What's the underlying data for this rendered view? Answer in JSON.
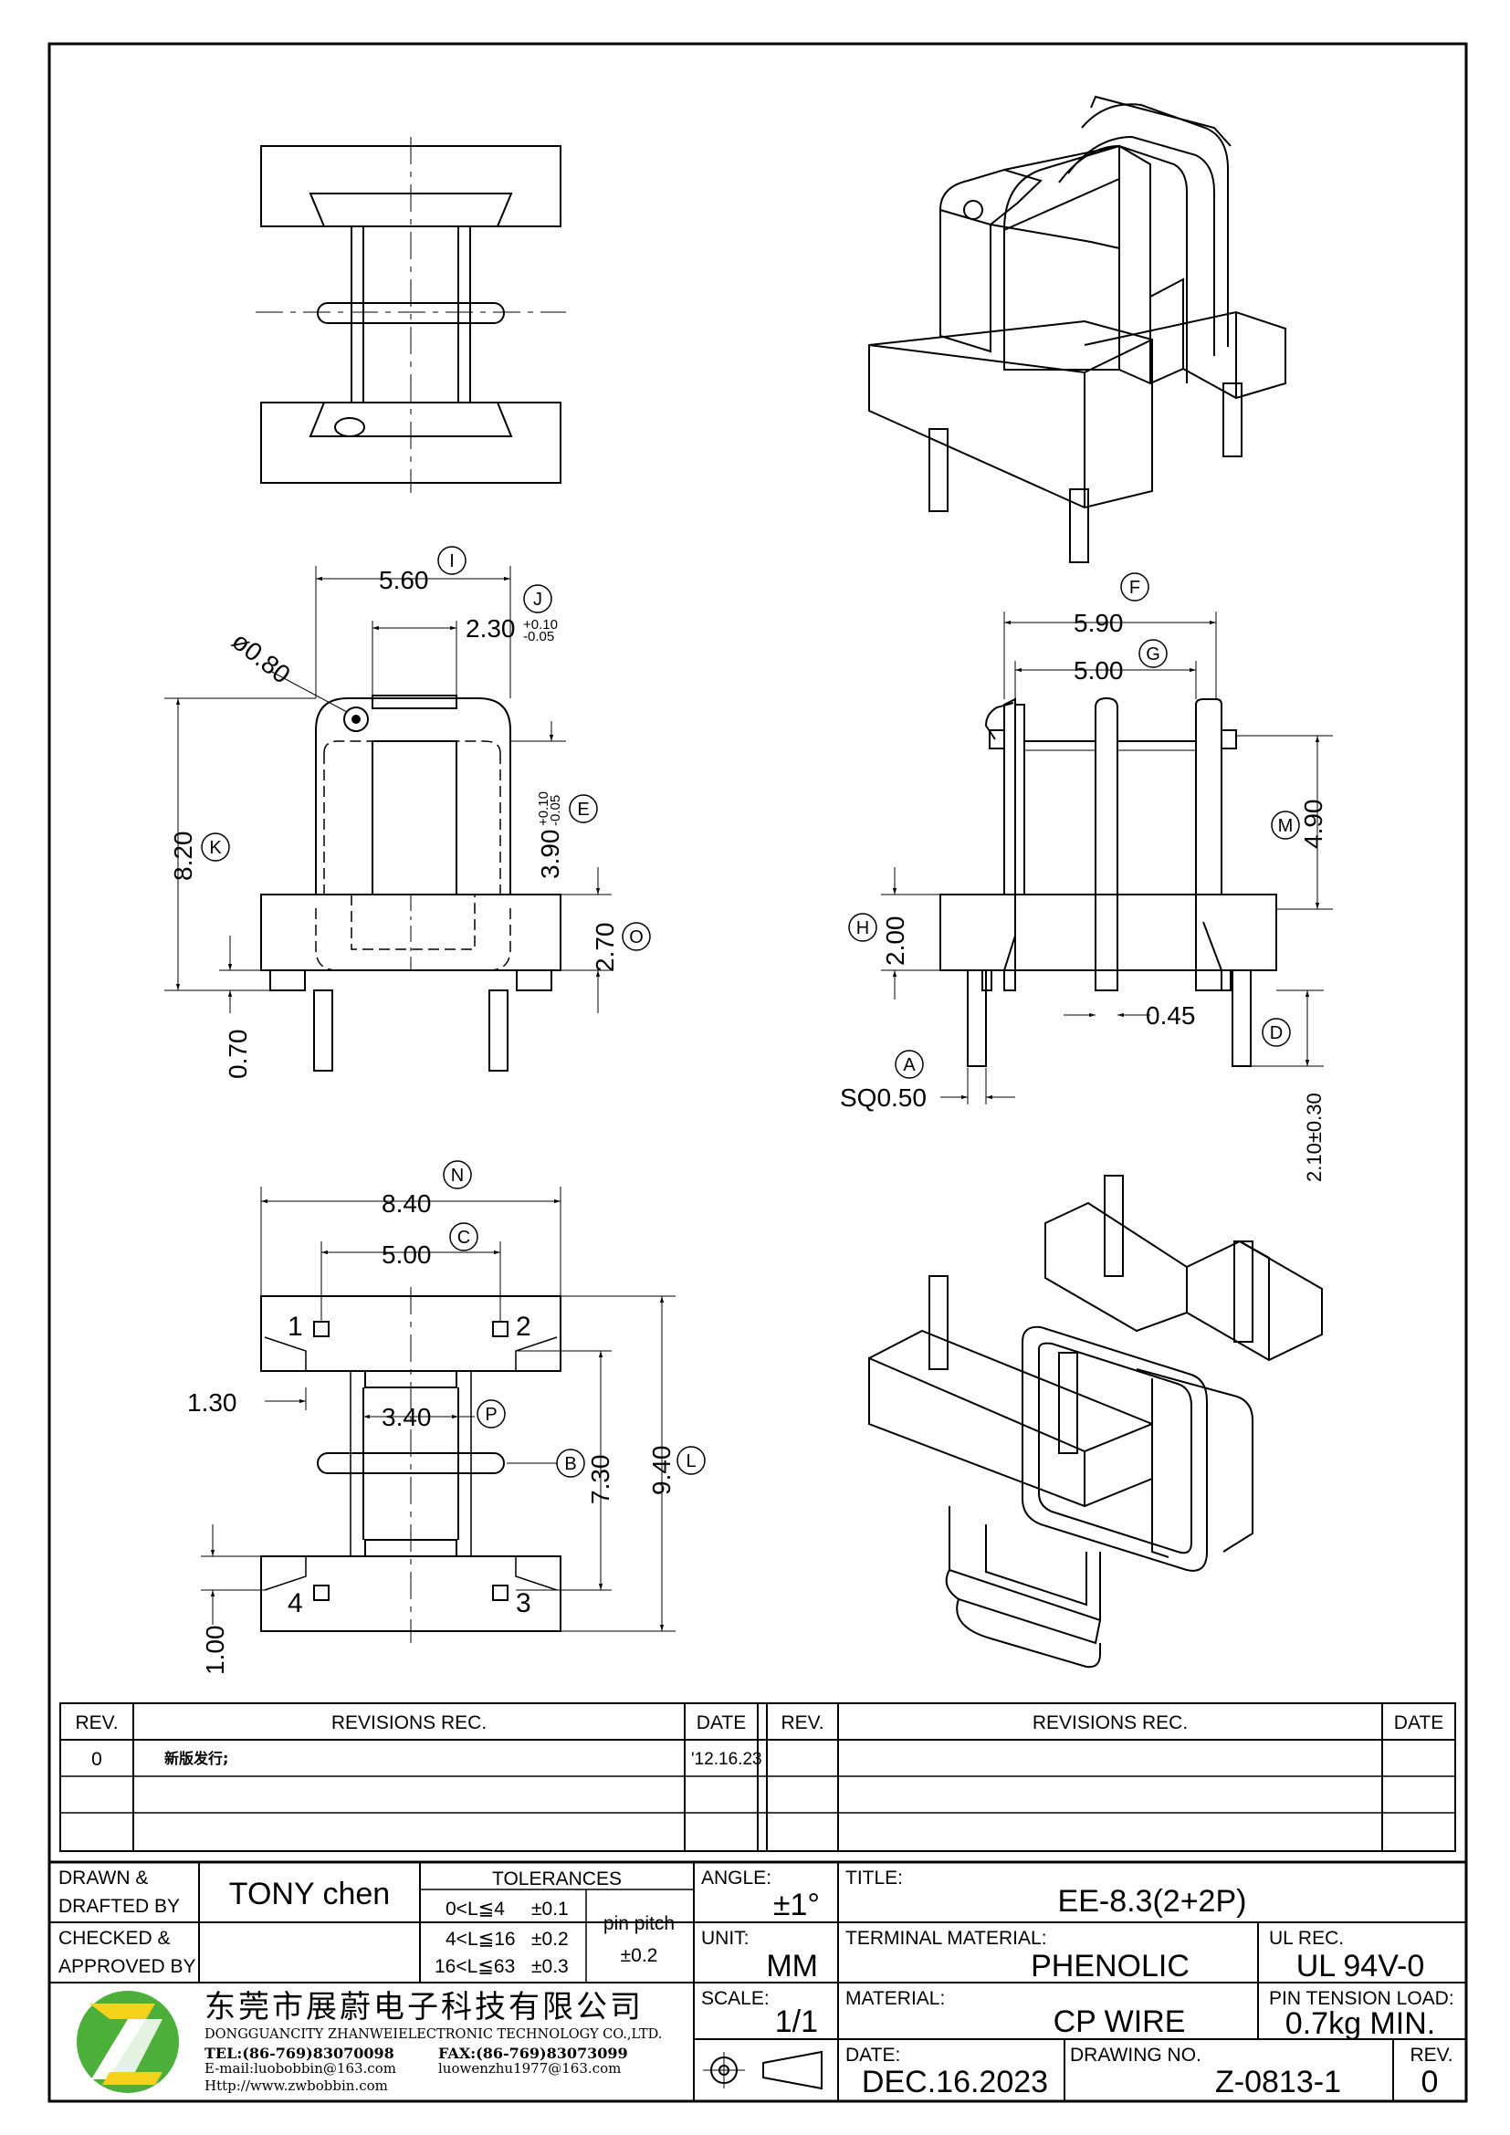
{
  "drawing": {
    "views": {
      "top_view": {
        "name": "top-view"
      },
      "front_view": {
        "dims": {
          "width_i": "5.60",
          "width_j": "2.30",
          "tol_j_plus": "+0.10",
          "tol_j_minus": "-0.05",
          "hole_dia": "ø0.80",
          "height_k": "8.20",
          "height_e": "3.90",
          "tol_e_plus": "+0.10",
          "tol_e_minus": "-0.05",
          "height_o": "2.70",
          "height_bottom": "0.70"
        },
        "labels": {
          "i": "I",
          "j": "J",
          "k": "K",
          "e": "E",
          "o": "O"
        }
      },
      "side_view": {
        "dims": {
          "width_f": "5.90",
          "width_g": "5.00",
          "height_m": "4.90",
          "height_h": "2.00",
          "flange_thk": "0.45",
          "pin_sq": "SQ0.50",
          "pin_len": "2.10±0.30"
        },
        "labels": {
          "f": "F",
          "g": "G",
          "m": "M",
          "h": "H",
          "a": "A",
          "d": "D"
        }
      },
      "bottom_view": {
        "dims": {
          "width_n": "8.40",
          "width_c": "5.00",
          "offset": "1.30",
          "core_p": "3.40",
          "height_7": "7.30",
          "height_l": "9.40",
          "height_base": "1.00"
        },
        "labels": {
          "n": "N",
          "c": "C",
          "p": "P",
          "b": "B",
          "l": "L"
        },
        "pins": [
          "1",
          "2",
          "3",
          "4"
        ]
      }
    }
  },
  "revisions": {
    "headers": {
      "rev": "REV.",
      "rec": "REVISIONS   REC.",
      "date": "DATE"
    },
    "rows": [
      {
        "rev": "0",
        "rec": "新版发行;",
        "date": "'12.16.23"
      }
    ]
  },
  "title_block": {
    "drawn_label_1": "DRAWN  &",
    "drawn_label_2": "DRAFTED  BY",
    "drawn_by": "TONY  chen",
    "checked_label_1": "CHECKED  &",
    "checked_label_2": "APPROVED  BY",
    "tolerances_label": "TOLERANCES",
    "tol_rows": [
      {
        "range": "0<L≦4",
        "tol": "±0.1"
      },
      {
        "range": "4<L≦16",
        "tol": "±0.2"
      },
      {
        "range": "16<L≦63",
        "tol": "±0.3"
      }
    ],
    "pin_pitch_label": "pin  pitch",
    "pin_pitch_tol": "±0.2",
    "angle_label": "ANGLE:",
    "angle_value": "±1°",
    "unit_label": "UNIT:",
    "unit_value": "MM",
    "scale_label": "SCALE:",
    "scale_value": "1/1",
    "title_label": "TITLE:",
    "title_value": "EE-8.3(2+2P)",
    "terminal_label": "TERMINAL  MATERIAL:",
    "terminal_value": "PHENOLIC",
    "ul_label": "UL  REC.",
    "ul_value": "UL  94V-0",
    "material_label": "MATERIAL:",
    "material_value": "CP  WIRE",
    "pin_tension_label": "PIN  TENSION  LOAD:",
    "pin_tension_value": "0.7kg  MIN.",
    "date_label": "DATE:",
    "date_value": "DEC.16.2023",
    "drawing_no_label": "DRAWING  NO.",
    "drawing_no_value": "Z-0813-1",
    "rev_label": "REV.",
    "rev_value": "0",
    "company_cn": "东莞市展蔚电子科技有限公司",
    "company_en": "DONGGUANCITY  ZHANWEIELECTRONIC  TECHNOLOGY  CO.,LTD.",
    "tel": "TEL:(86-769)83070098",
    "fax": "FAX:(86-769)83073099",
    "email": "E-mail:luobobbin@163.com",
    "email2": "luowenzhu1977@163.com",
    "website": "Http://www.zwbobbin.com"
  },
  "colors": {
    "line": "#000000",
    "logo_green": "#4caf3a",
    "logo_yellow": "#f2d21b"
  }
}
